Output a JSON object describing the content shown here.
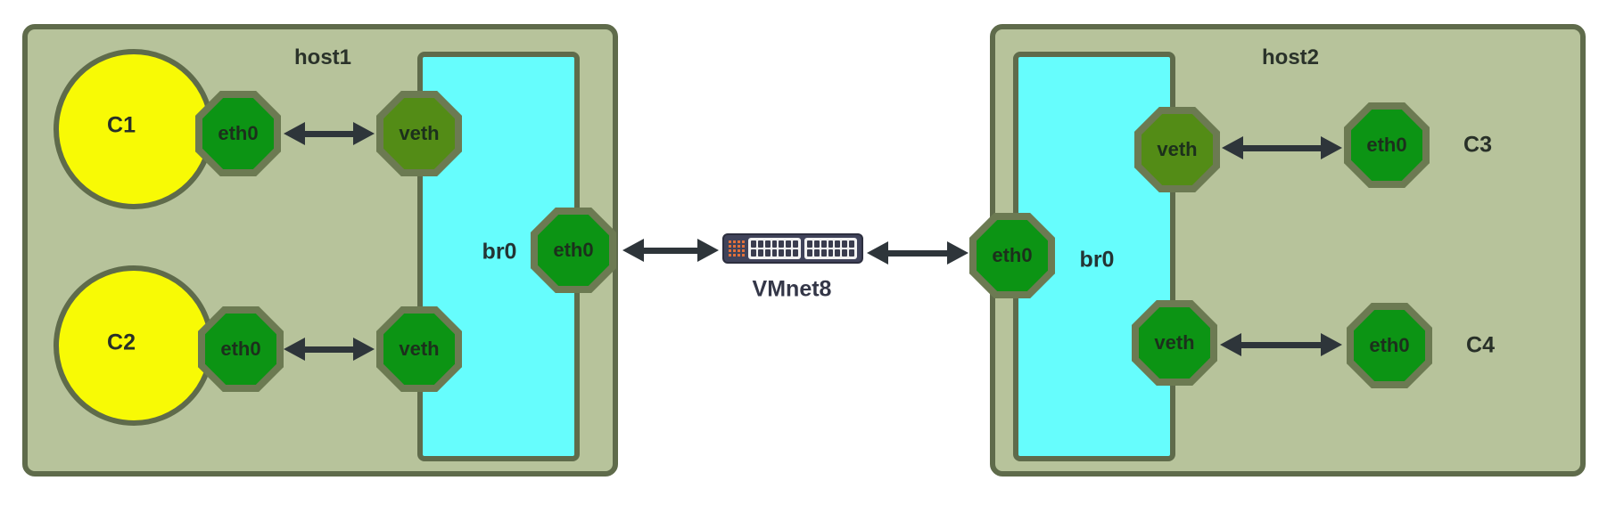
{
  "hosts": [
    {
      "label": "host1",
      "bridge": {
        "label": "br0",
        "uplink_iface": "eth0"
      },
      "rows": [
        {
          "container": "C1",
          "iface": "eth0",
          "veth": "veth"
        },
        {
          "container": "C2",
          "iface": "eth0",
          "veth": "veth"
        }
      ]
    },
    {
      "label": "host2",
      "bridge": {
        "label": "br0",
        "uplink_iface": "eth0"
      },
      "rows": [
        {
          "container": "C3",
          "iface": "eth0",
          "veth": "veth"
        },
        {
          "container": "C4",
          "iface": "eth0",
          "veth": "veth"
        }
      ]
    }
  ],
  "switch": {
    "label": "VMnet8"
  },
  "colors": {
    "host_fill": "#b7c39b",
    "outline": "#5f6b4b",
    "container_fill": "#f8fa05",
    "bridge_fill": "#66fdfd",
    "iface_fill": "#0c9414",
    "veth_fill": "#538c16",
    "octagon_border": "#6c7a52",
    "arrow": "#2e353a",
    "switch_body": "#40435a",
    "switch_led": "#e2703a",
    "switch_panel": "#f2f2f2"
  }
}
